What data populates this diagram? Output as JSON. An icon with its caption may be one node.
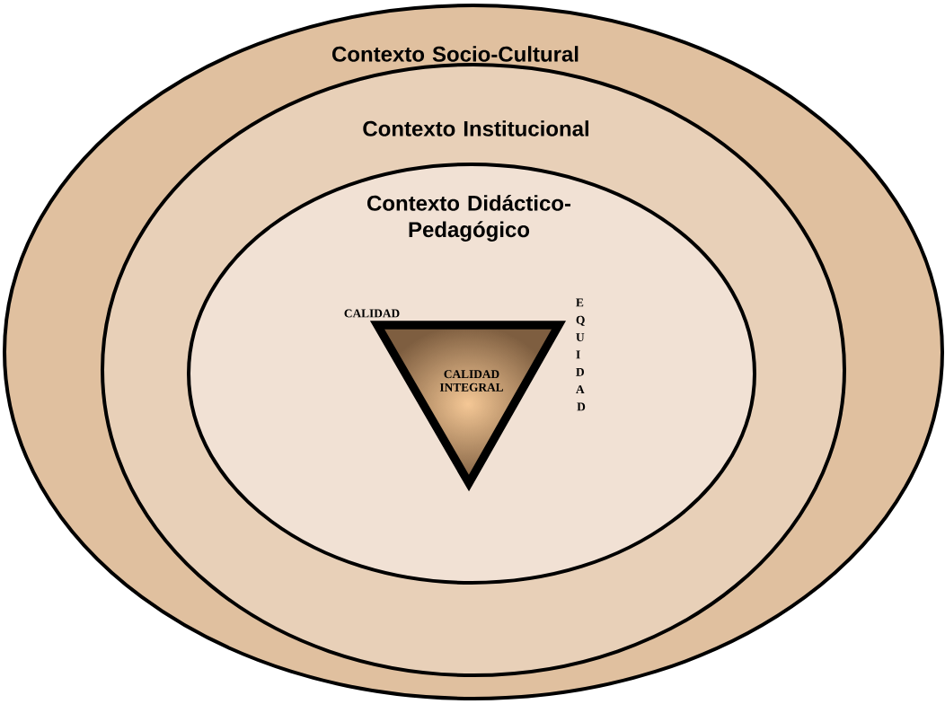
{
  "diagram": {
    "nodes": [
      {
        "text": [
          "Contexto Socio-Cultural"
        ]
      },
      {
        "text": [
          "Contexto Institucional"
        ],
        "in": 0
      },
      {
        "text": [
          "Contexto Didáctico-Pedagógico"
        ],
        "in": 1
      },
      {
        "text": [
          "CALIDAD INTEGRAL"
        ],
        "in": 2,
        "beside": [
          "CALIDAD",
          "EQUIDAD"
        ]
      }
    ]
  }
}
